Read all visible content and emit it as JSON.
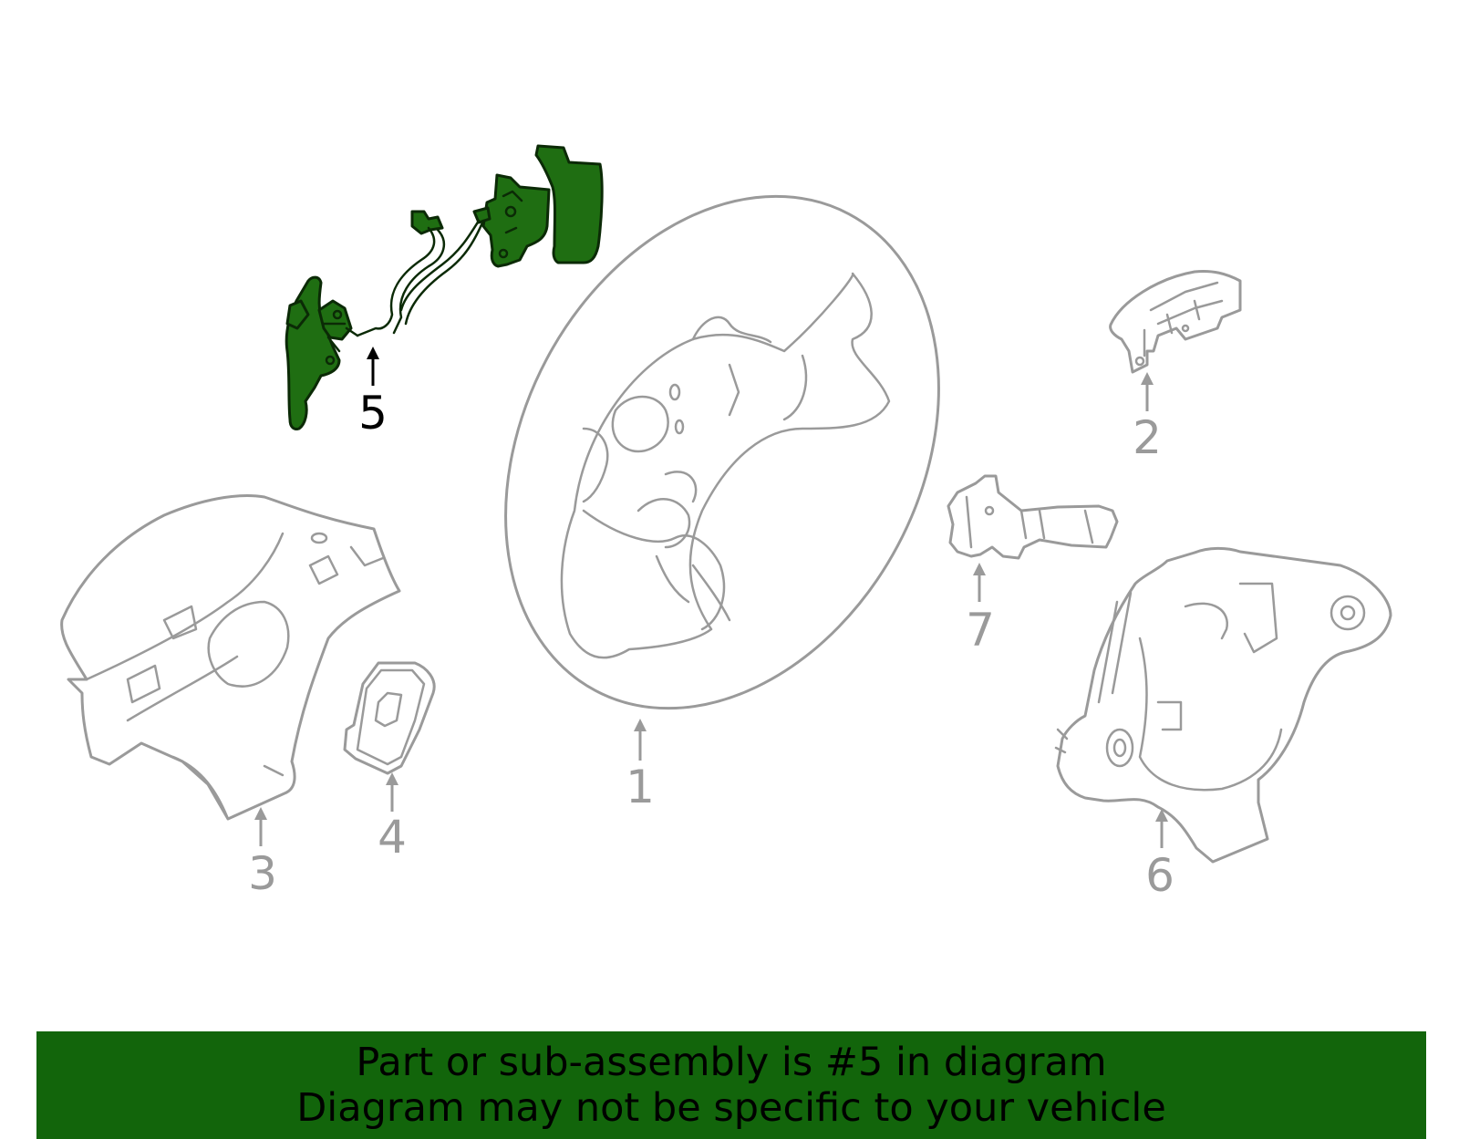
{
  "callouts": {
    "c1": "1",
    "c2": "2",
    "c3": "3",
    "c4": "4",
    "c5": "5",
    "c6": "6",
    "c7": "7"
  },
  "banner": {
    "line1": "Part or sub-assembly is #5 in diagram",
    "line2": "Diagram may not be specific to your vehicle"
  },
  "colors": {
    "highlight": "#1f6e12",
    "banner": "#12650b",
    "parts": "#9a9a9a"
  }
}
